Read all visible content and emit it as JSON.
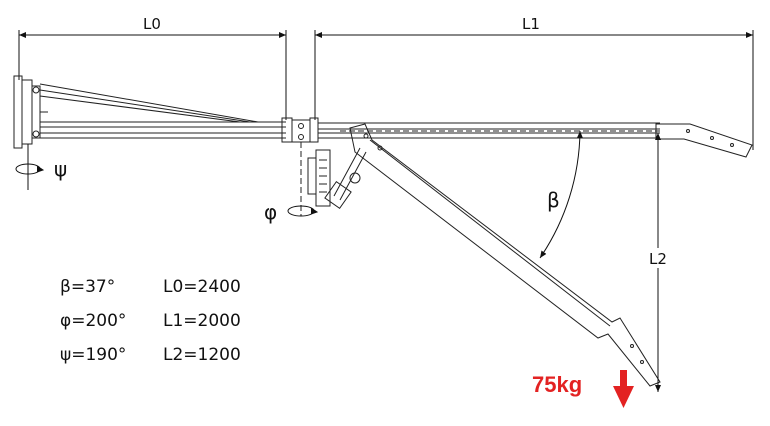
{
  "dimensions": {
    "l0": "L0",
    "l1": "L1",
    "l2": "L2"
  },
  "angles": {
    "beta": "β",
    "phi": "φ",
    "psi": "ψ"
  },
  "parameters": [
    {
      "angle": "β=37°",
      "length": "L0=2400"
    },
    {
      "angle": "φ=200°",
      "length": "L1=2000"
    },
    {
      "angle": "ψ=190°",
      "length": "L2=1200"
    }
  ],
  "load": {
    "label": "75kg",
    "color": "#e32222"
  }
}
